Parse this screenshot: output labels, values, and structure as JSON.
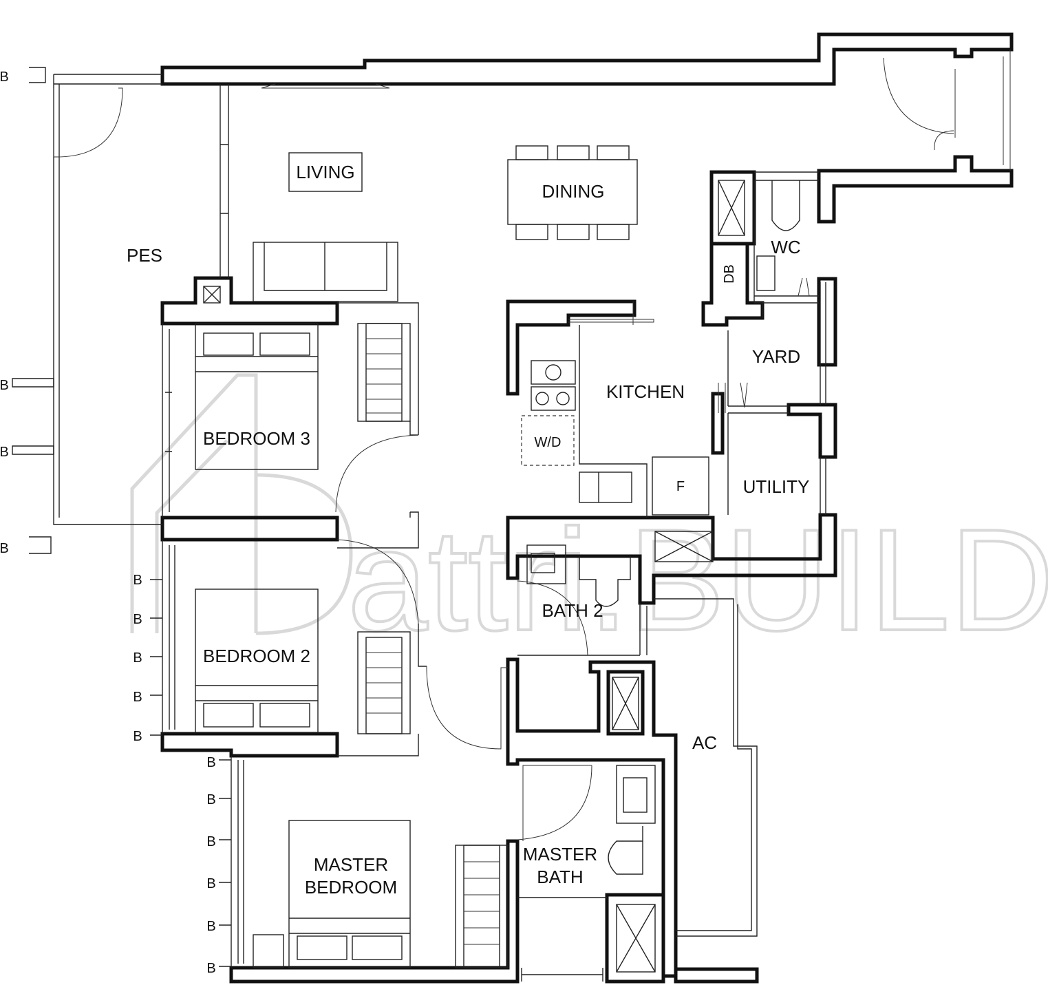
{
  "rooms": {
    "living": "LIVING",
    "dining": "DINING",
    "pes": "PES",
    "wc": "WC",
    "db": "DB",
    "yard": "YARD",
    "kitchen": "KITCHEN",
    "wd": "W/D",
    "fridge": "F",
    "utility": "UTILITY",
    "bedroom3": "BEDROOM 3",
    "bedroom2": "BEDROOM 2",
    "bath2": "BATH 2",
    "ac": "AC",
    "master_bedroom_line1": "MASTER",
    "master_bedroom_line2": "BEDROOM",
    "master_bath_line1": "MASTER",
    "master_bath_line2": "BATH"
  },
  "bay_marker": "B",
  "watermark": "attri.BUILD"
}
